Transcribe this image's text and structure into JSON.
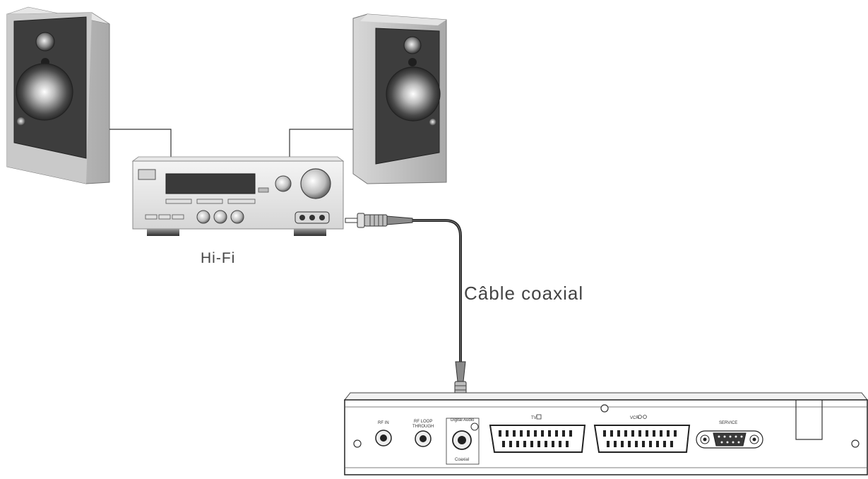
{
  "labels": {
    "hifi": "Hi-Fi",
    "cable": "Câble coaxial"
  },
  "receiver_panel": {
    "rf_in": "RF IN",
    "rf_loop_line1": "RF LOOP",
    "rf_loop_line2": "THROUGH",
    "digital_audio": "Digital Audio",
    "coaxial": "Coaxial",
    "tv": "TV",
    "vcr": "VCR",
    "service": "SERVICE"
  }
}
